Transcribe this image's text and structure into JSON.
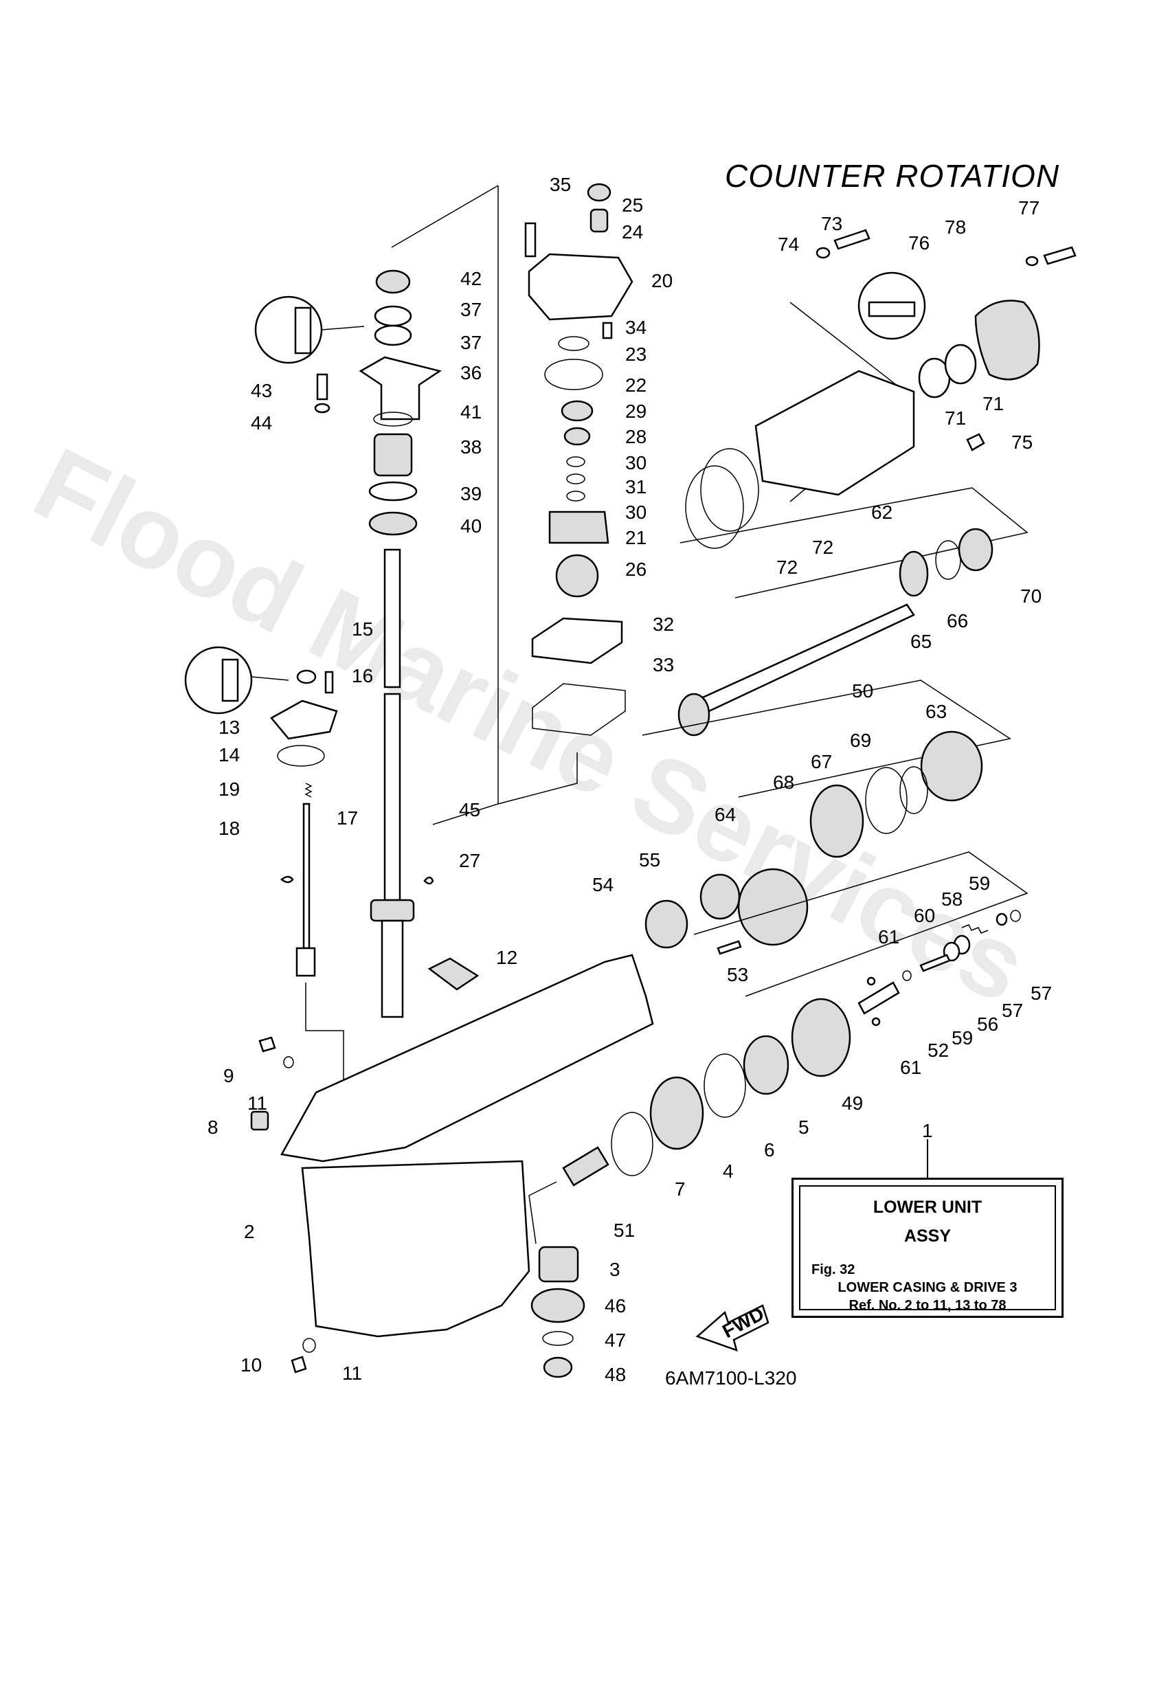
{
  "title": "COUNTER ROTATION",
  "diagram_code": "6AM7100-L320",
  "watermark": "Flood Marine Services",
  "fwd_label": "FWD",
  "info_box": {
    "line1": "LOWER UNIT",
    "line2": "ASSY",
    "fig": "Fig. 32",
    "caption1": "LOWER CASING & DRIVE 3",
    "caption2": "Ref. No. 2 to 11, 13 to 78"
  },
  "callouts": [
    {
      "id": "35",
      "text": "35"
    },
    {
      "id": "25",
      "text": "25"
    },
    {
      "id": "24",
      "text": "24"
    },
    {
      "id": "20",
      "text": "20"
    },
    {
      "id": "34",
      "text": "34"
    },
    {
      "id": "23",
      "text": "23"
    },
    {
      "id": "22",
      "text": "22"
    },
    {
      "id": "29",
      "text": "29"
    },
    {
      "id": "28",
      "text": "28"
    },
    {
      "id": "30a",
      "text": "30"
    },
    {
      "id": "31",
      "text": "31"
    },
    {
      "id": "30b",
      "text": "30"
    },
    {
      "id": "21",
      "text": "21"
    },
    {
      "id": "26",
      "text": "26"
    },
    {
      "id": "32",
      "text": "32"
    },
    {
      "id": "33",
      "text": "33"
    },
    {
      "id": "42",
      "text": "42"
    },
    {
      "id": "37a",
      "text": "37"
    },
    {
      "id": "37b",
      "text": "37"
    },
    {
      "id": "36",
      "text": "36"
    },
    {
      "id": "43",
      "text": "43"
    },
    {
      "id": "44",
      "text": "44"
    },
    {
      "id": "41",
      "text": "41"
    },
    {
      "id": "38",
      "text": "38"
    },
    {
      "id": "39",
      "text": "39"
    },
    {
      "id": "40",
      "text": "40"
    },
    {
      "id": "15",
      "text": "15"
    },
    {
      "id": "16",
      "text": "16"
    },
    {
      "id": "13",
      "text": "13"
    },
    {
      "id": "14",
      "text": "14"
    },
    {
      "id": "19",
      "text": "19"
    },
    {
      "id": "18",
      "text": "18"
    },
    {
      "id": "17",
      "text": "17"
    },
    {
      "id": "45",
      "text": "45"
    },
    {
      "id": "27",
      "text": "27"
    },
    {
      "id": "12",
      "text": "12"
    },
    {
      "id": "9",
      "text": "9"
    },
    {
      "id": "11a",
      "text": "11"
    },
    {
      "id": "8",
      "text": "8"
    },
    {
      "id": "2",
      "text": "2"
    },
    {
      "id": "10",
      "text": "10"
    },
    {
      "id": "11b",
      "text": "11"
    },
    {
      "id": "3",
      "text": "3"
    },
    {
      "id": "46",
      "text": "46"
    },
    {
      "id": "47",
      "text": "47"
    },
    {
      "id": "48",
      "text": "48"
    },
    {
      "id": "51",
      "text": "51"
    },
    {
      "id": "7",
      "text": "7"
    },
    {
      "id": "4",
      "text": "4"
    },
    {
      "id": "6",
      "text": "6"
    },
    {
      "id": "5",
      "text": "5"
    },
    {
      "id": "49",
      "text": "49"
    },
    {
      "id": "61a",
      "text": "61"
    },
    {
      "id": "61b",
      "text": "61"
    },
    {
      "id": "52",
      "text": "52"
    },
    {
      "id": "59a",
      "text": "59"
    },
    {
      "id": "56",
      "text": "56"
    },
    {
      "id": "57a",
      "text": "57"
    },
    {
      "id": "57b",
      "text": "57"
    },
    {
      "id": "60",
      "text": "60"
    },
    {
      "id": "58",
      "text": "58"
    },
    {
      "id": "59b",
      "text": "59"
    },
    {
      "id": "54",
      "text": "54"
    },
    {
      "id": "55",
      "text": "55"
    },
    {
      "id": "53",
      "text": "53"
    },
    {
      "id": "64",
      "text": "64"
    },
    {
      "id": "68",
      "text": "68"
    },
    {
      "id": "67",
      "text": "67"
    },
    {
      "id": "69",
      "text": "69"
    },
    {
      "id": "63",
      "text": "63"
    },
    {
      "id": "50",
      "text": "50"
    },
    {
      "id": "65",
      "text": "65"
    },
    {
      "id": "66",
      "text": "66"
    },
    {
      "id": "70",
      "text": "70"
    },
    {
      "id": "72a",
      "text": "72"
    },
    {
      "id": "72b",
      "text": "72"
    },
    {
      "id": "62",
      "text": "62"
    },
    {
      "id": "75",
      "text": "75"
    },
    {
      "id": "71a",
      "text": "71"
    },
    {
      "id": "71b",
      "text": "71"
    },
    {
      "id": "74",
      "text": "74"
    },
    {
      "id": "73",
      "text": "73"
    },
    {
      "id": "76",
      "text": "76"
    },
    {
      "id": "78",
      "text": "78"
    },
    {
      "id": "77",
      "text": "77"
    },
    {
      "id": "1",
      "text": "1"
    }
  ]
}
